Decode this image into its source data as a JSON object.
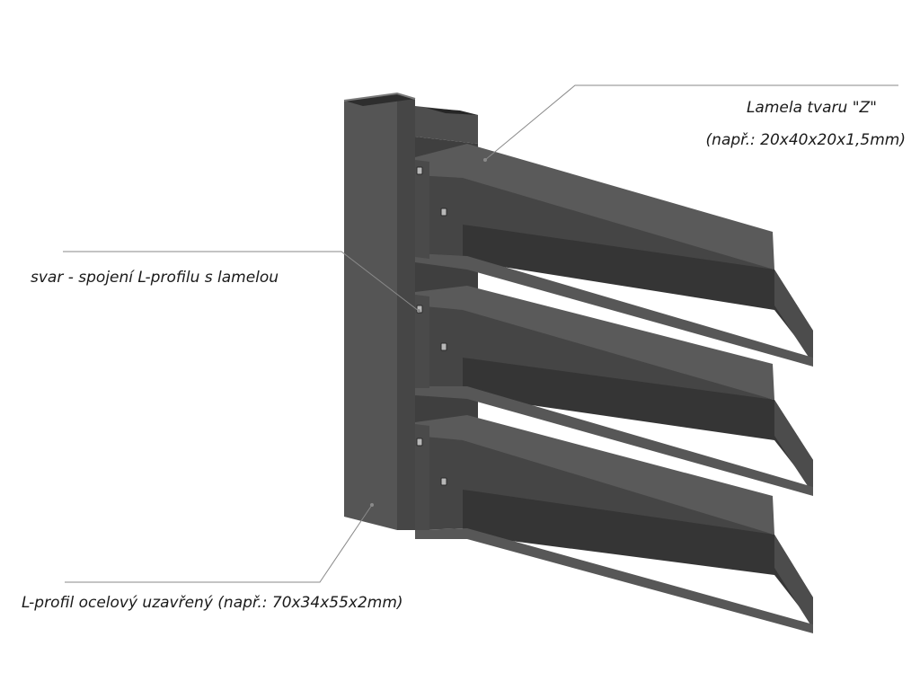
{
  "annotations": {
    "lamela_title": "Lamela tvaru \"Z\"",
    "lamela_size": "(např.: 20x40x20x1,5mm)",
    "weld": "svar - spojení L-profilu s lamelou",
    "l_profile": "L-profil ocelový uzavřený (např.: 70x34x55x2mm)"
  },
  "colors": {
    "steel_front": "#545454",
    "steel_dark": "#3a3a3a",
    "steel_side": "#484848",
    "steel_top": "#6e6e6e",
    "leader_line": "#8a8a8a",
    "text": "#1a1a1a"
  }
}
